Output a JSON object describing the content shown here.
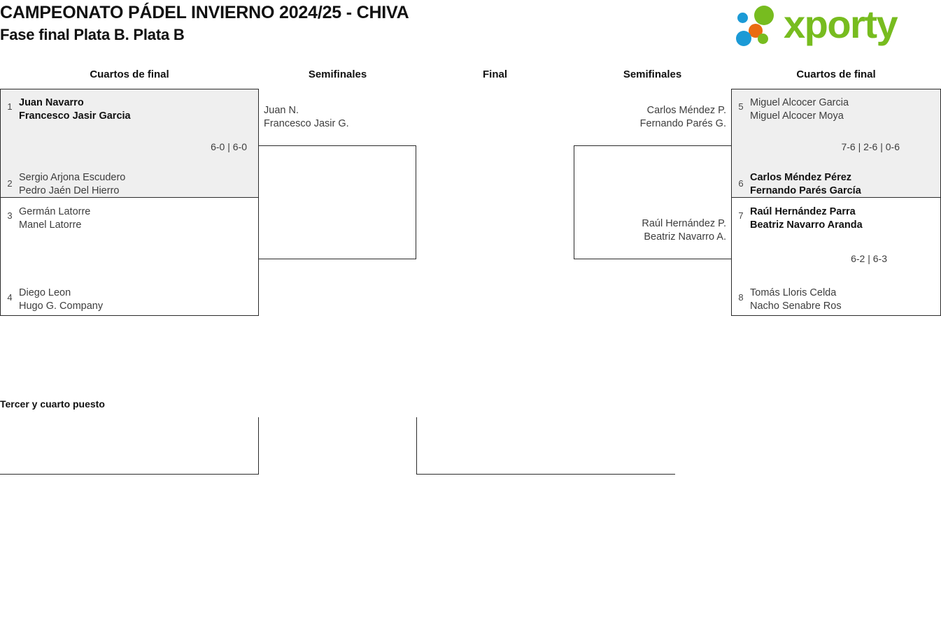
{
  "header": {
    "tournament_title": "CAMPEONATO PÁDEL INVIERNO 2024/25 - CHIVA",
    "phase_subtitle": "Fase final Plata B. Plata B",
    "logo_text": "xporty",
    "logo_colors": {
      "green": "#77bc1f",
      "blue": "#1b9ad6",
      "orange": "#ea6b10"
    }
  },
  "rounds": {
    "left_quarterfinals": "Cuartos de final",
    "left_semifinals": "Semifinales",
    "final": "Final",
    "right_semifinals": "Semifinales",
    "right_quarterfinals": "Cuartos de final"
  },
  "bracket": {
    "left_quarterfinals": [
      {
        "seed_top": "1",
        "team_top_p1": "Juan Navarro",
        "team_top_p2": "Francesco Jasir Garcia",
        "top_winner": true,
        "score": "6-0 | 6-0",
        "seed_bottom": "2",
        "team_bottom_p1": "Sergio Arjona Escudero",
        "team_bottom_p2": "Pedro Jaén Del Hierro",
        "bottom_winner": false,
        "shaded": true
      },
      {
        "seed_top": "3",
        "team_top_p1": "Germán Latorre",
        "team_top_p2": "Manel Latorre",
        "top_winner": false,
        "score": "",
        "seed_bottom": "4",
        "team_bottom_p1": "Diego Leon",
        "team_bottom_p2": "Hugo G. Company",
        "bottom_winner": false,
        "shaded": false
      }
    ],
    "right_quarterfinals": [
      {
        "seed_top": "5",
        "team_top_p1": "Miguel Alcocer Garcia",
        "team_top_p2": "Miguel Alcocer Moya",
        "top_winner": false,
        "score": "7-6 | 2-6 | 0-6",
        "seed_bottom": "6",
        "team_bottom_p1": "Carlos Méndez Pérez",
        "team_bottom_p2": "Fernando Parés García",
        "bottom_winner": true,
        "shaded": true
      },
      {
        "seed_top": "7",
        "team_top_p1": "Raúl Hernández Parra",
        "team_top_p2": "Beatriz Navarro Aranda",
        "top_winner": true,
        "score": "6-2 | 6-3",
        "seed_bottom": "8",
        "team_bottom_p1": "Tomás Lloris Celda",
        "team_bottom_p2": "Nacho Senabre Ros",
        "bottom_winner": false,
        "shaded": false
      }
    ],
    "left_semifinals": [
      {
        "team_p1": "Juan N.",
        "team_p2": "Francesco Jasir G.",
        "score": ""
      },
      {
        "team_p1": "",
        "team_p2": "",
        "score": ""
      }
    ],
    "right_semifinals": [
      {
        "team_p1": "Carlos Méndez P.",
        "team_p2": "Fernando Parés G.",
        "score": ""
      },
      {
        "team_p1": "Raúl Hernández P.",
        "team_p2": "Beatriz Navarro A.",
        "score": ""
      }
    ],
    "final": {
      "team_left_p1": "",
      "team_left_p2": "",
      "team_right_p1": "",
      "team_right_p2": "",
      "score": ""
    }
  },
  "third_place": {
    "title": "Tercer y cuarto puesto",
    "left_team_p1": "",
    "left_team_p2": "",
    "right_team_p1": "",
    "right_team_p2": "",
    "score": ""
  }
}
